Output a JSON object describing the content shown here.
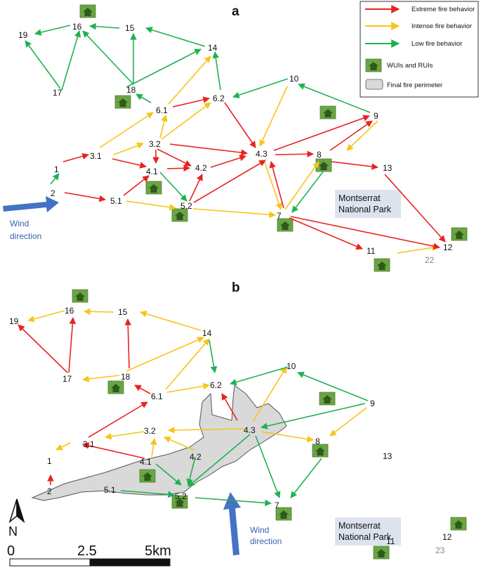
{
  "legend": {
    "items": [
      {
        "label": "Extreme fire behavior",
        "color": "#e8231f",
        "kind": "arrow"
      },
      {
        "label": "Intense fire behavior",
        "color": "#f5c518",
        "kind": "arrow"
      },
      {
        "label": "Low fire behavior",
        "color": "#1fb152",
        "kind": "arrow"
      },
      {
        "label": "WUIs and RUIs",
        "color": "#6aa544",
        "kind": "house"
      },
      {
        "label": "Final fire perimeter",
        "color": "#d9d9d9",
        "kind": "perimeter"
      }
    ]
  },
  "park_label_line1": "Montserrat",
  "park_label_line2": "National Park",
  "wind_label_line1": "Wind",
  "wind_label_line2": "direction",
  "panels": [
    {
      "letter": "a",
      "extra_number": "22",
      "nodes": [
        "19",
        "16",
        "15",
        "14",
        "17",
        "18",
        "10",
        "6.1",
        "6.2",
        "9",
        "3.2",
        "3.1",
        "4.3",
        "8",
        "1",
        "4.1",
        "4.2",
        "13",
        "2",
        "5.1",
        "5.2",
        "7",
        "11",
        "12"
      ]
    },
    {
      "letter": "b",
      "extra_number": "23",
      "nodes": [
        "19",
        "16",
        "15",
        "14",
        "17",
        "18",
        "10",
        "6.2",
        "6.1",
        "9",
        "4.3",
        "3.2",
        "3.1",
        "8",
        "13",
        "1",
        "4.1",
        "4.2",
        "2",
        "5.1",
        "5.2",
        "7",
        "11",
        "12"
      ]
    }
  ],
  "scale_bar": {
    "labels": [
      "0",
      "2.5",
      "5km"
    ]
  },
  "north_label": "N",
  "colors": {
    "extreme": "#e8231f",
    "intense": "#f5c518",
    "low": "#1fb152",
    "house": "#6aa544",
    "park_box": "#dde3ec",
    "wind_arrow": "#4472c4",
    "perimeter": "#d9d9d9"
  }
}
